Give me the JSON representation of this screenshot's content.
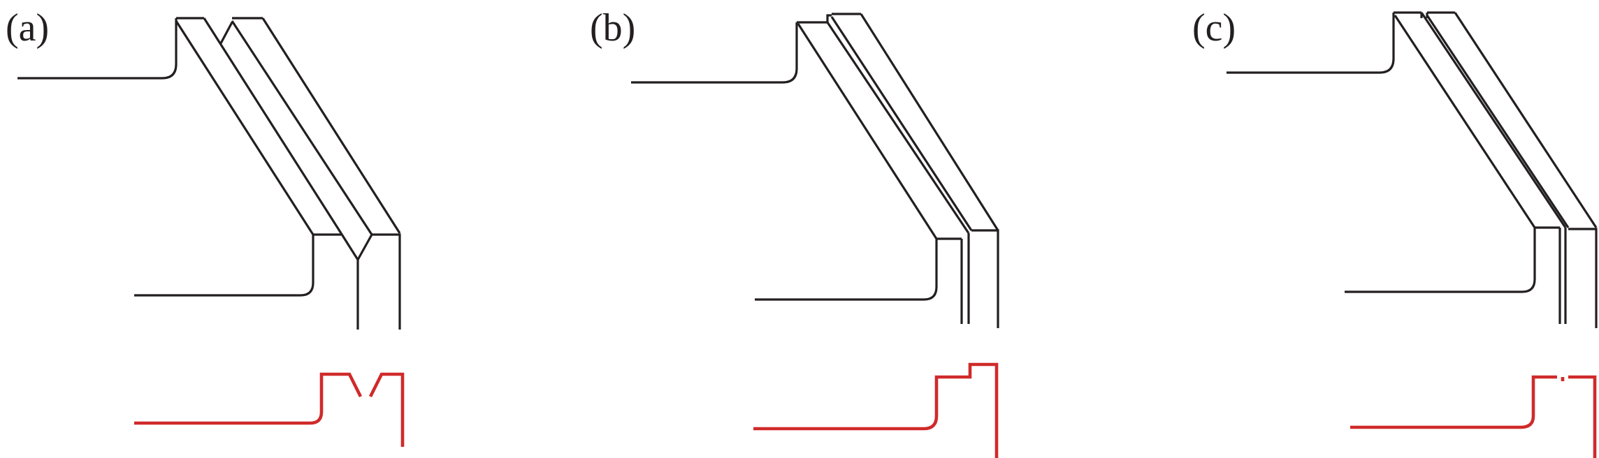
{
  "colors": {
    "structure": "#231f20",
    "profile": "#d02a2a"
  },
  "panels": [
    {
      "id": "a",
      "label": "(a)"
    },
    {
      "id": "b",
      "label": "(b)"
    },
    {
      "id": "c",
      "label": "(c)"
    }
  ]
}
